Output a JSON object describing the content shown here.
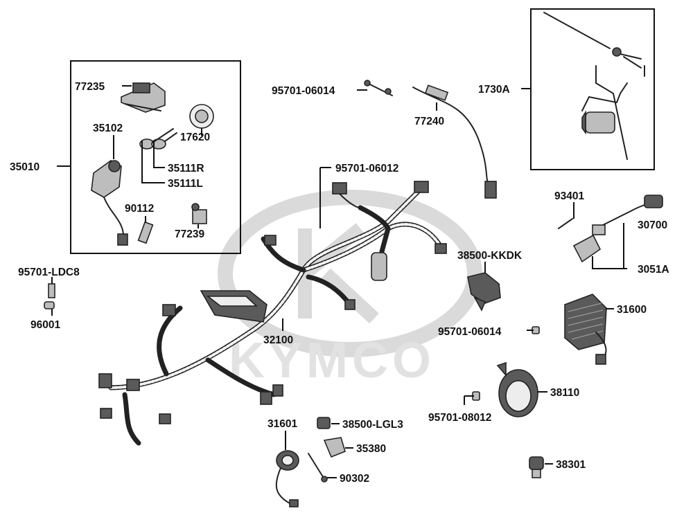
{
  "watermark": {
    "brand": "KYMCO"
  },
  "labels": {
    "p77235": "77235",
    "p35102": "35102",
    "p17620": "17620",
    "p35111R": "35111R",
    "p35111L": "35111L",
    "p35010": "35010",
    "p90112": "90112",
    "p77239": "77239",
    "p95701_06014a": "95701-06014",
    "p77240": "77240",
    "p1730A": "1730A",
    "p95701_06012": "95701-06012",
    "p93401": "93401",
    "p30700": "30700",
    "p3051A": "3051A",
    "p38500_KKDK": "38500-KKDK",
    "p95701_LDC8": "95701-LDC8",
    "p96001": "96001",
    "p31600": "31600",
    "p95701_06014b": "95701-06014",
    "p32100": "32100",
    "p38110": "38110",
    "p95701_08012": "95701-08012",
    "p31601": "31601",
    "p38500_LGL3": "38500-LGL3",
    "p35380": "35380",
    "p90302": "90302",
    "p38301": "38301"
  }
}
